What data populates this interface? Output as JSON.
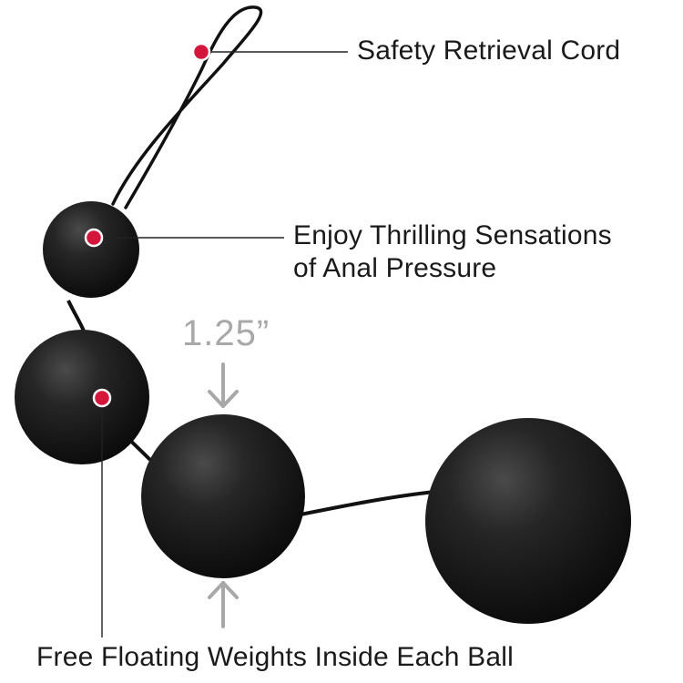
{
  "callouts": {
    "cord": "Safety Retrieval Cord",
    "sensations_line1": "Enjoy Thrilling Sensations",
    "sensations_line2": "of Anal Pressure",
    "weights": "Free Floating Weights Inside Each Ball"
  },
  "dimension": {
    "label": "1.25”"
  },
  "colors": {
    "ball": "#151515",
    "marker": "#d4163c",
    "leader": "#222222",
    "arrow": "#a8a8a8",
    "text": "#1a1a1a"
  },
  "product": {
    "ball_count": 4
  }
}
